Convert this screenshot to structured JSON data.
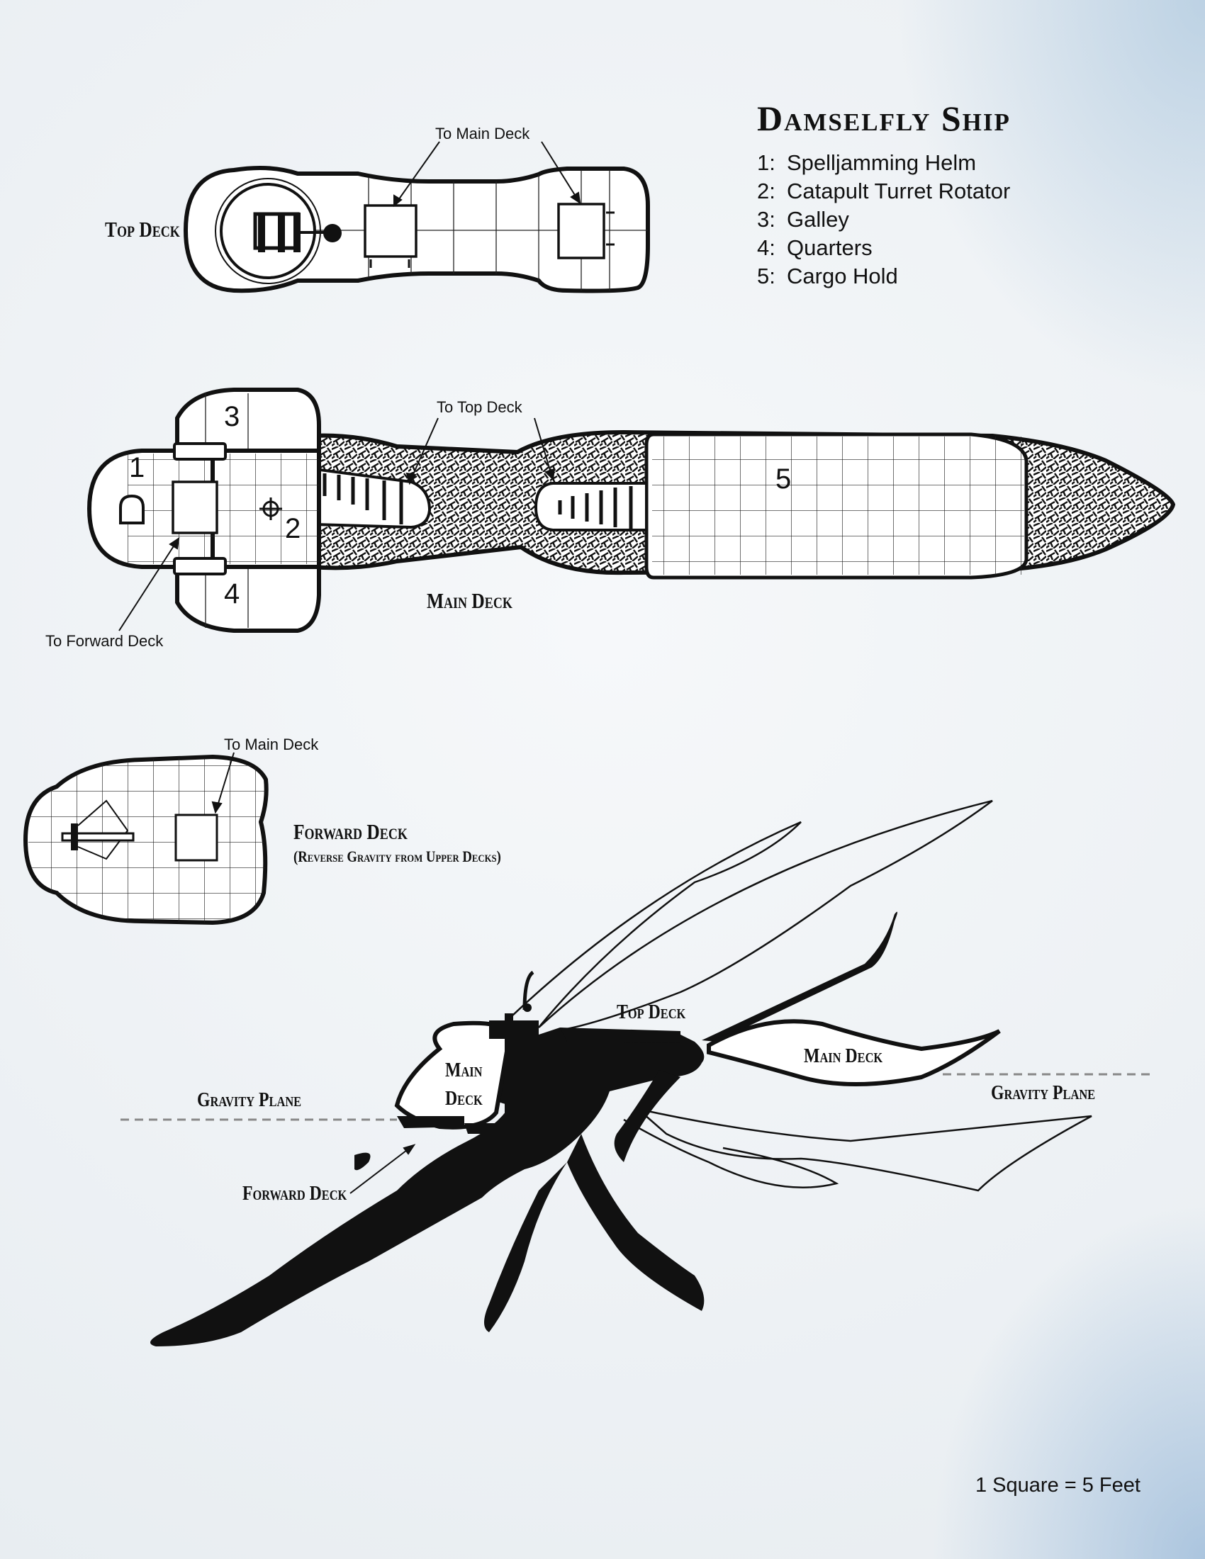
{
  "title": "Damselfly Ship",
  "legend": [
    {
      "num": "1:",
      "label": "Spelljamming Helm"
    },
    {
      "num": "2:",
      "label": "Catapult Turret Rotator"
    },
    {
      "num": "3:",
      "label": "Galley"
    },
    {
      "num": "4:",
      "label": "Quarters"
    },
    {
      "num": "5:",
      "label": "Cargo Hold"
    }
  ],
  "top_deck": {
    "label": "Top Deck",
    "callout": "To Main Deck"
  },
  "main_deck": {
    "label": "Main Deck",
    "callout_top": "To Top Deck",
    "callout_forward": "To Forward Deck",
    "room_numbers": [
      "1",
      "2",
      "3",
      "4",
      "5"
    ]
  },
  "forward_deck": {
    "label": "Forward Deck",
    "sublabel": "(Reverse Gravity from Upper Decks)",
    "callout": "To Main Deck"
  },
  "side_view": {
    "top_deck": "Top Deck",
    "main_deck_front": "Main Deck",
    "main_deck_rear": "Main Deck",
    "gravity_plane_left": "Gravity Plane",
    "gravity_plane_right": "Gravity Plane",
    "forward_deck": "Forward Deck"
  },
  "scale_note": "1 Square = 5 Feet"
}
